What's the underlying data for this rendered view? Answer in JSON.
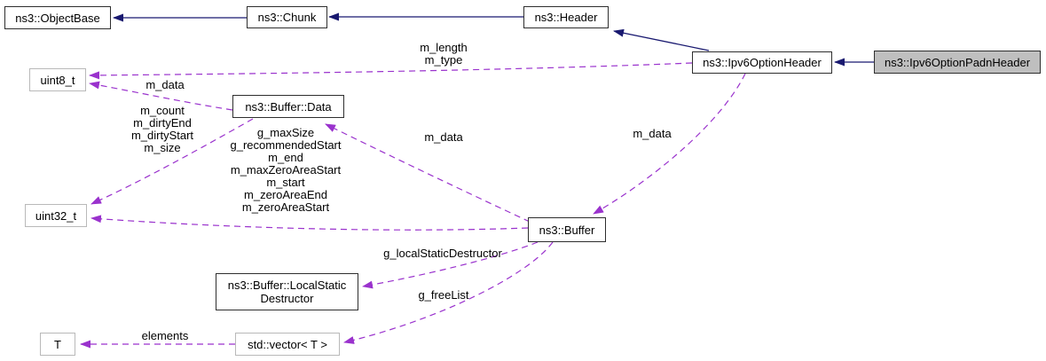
{
  "diagram": {
    "kind": "doxygen-collaboration-graph",
    "focus_class": "ns3::Ipv6OptionPadnHeader",
    "colors": {
      "inheritance_edge": "#191970",
      "usage_edge": "#9a32cd",
      "node_border": "#2e2e2e",
      "external_node_border": "#b9b9b9",
      "highlight_fill": "#bfbfbf",
      "background": "#ffffff"
    },
    "nodes": {
      "object_base": {
        "label": "ns3::ObjectBase"
      },
      "chunk": {
        "label": "ns3::Chunk"
      },
      "header": {
        "label": "ns3::Header"
      },
      "ipv6_option_header": {
        "label": "ns3::Ipv6OptionHeader"
      },
      "ipv6_option_padn_header": {
        "label": "ns3::Ipv6OptionPadnHeader"
      },
      "uint8_t": {
        "label": "uint8_t"
      },
      "buffer_data": {
        "label": "ns3::Buffer::Data"
      },
      "uint32_t": {
        "label": "uint32_t"
      },
      "buffer": {
        "label": "ns3::Buffer"
      },
      "local_static_destructor": {
        "label": "ns3::Buffer::LocalStatic\nDestructor"
      },
      "t": {
        "label": "T"
      },
      "vector_t": {
        "label": "std::vector< T >"
      }
    },
    "edges": {
      "chunk_inherits_objectbase": {
        "from": "ns3::Chunk",
        "to": "ns3::ObjectBase",
        "type": "inheritance",
        "label": ""
      },
      "header_inherits_chunk": {
        "from": "ns3::Header",
        "to": "ns3::Chunk",
        "type": "inheritance",
        "label": ""
      },
      "optionheader_inherits_header": {
        "from": "ns3::Ipv6OptionHeader",
        "to": "ns3::Header",
        "type": "inheritance",
        "label": ""
      },
      "padnheader_inherits_optionheader": {
        "from": "ns3::Ipv6OptionPadnHeader",
        "to": "ns3::Ipv6OptionHeader",
        "type": "inheritance",
        "label": ""
      },
      "optionheader_uses_uint8": {
        "from": "ns3::Ipv6OptionHeader",
        "to": "uint8_t",
        "type": "usage",
        "label": "m_length\nm_type"
      },
      "bufferdata_uses_uint8": {
        "from": "ns3::Buffer::Data",
        "to": "uint8_t",
        "type": "usage",
        "label": "m_data"
      },
      "bufferdata_uses_uint32": {
        "from": "ns3::Buffer::Data",
        "to": "uint32_t",
        "type": "usage",
        "label": "m_count\nm_dirtyEnd\nm_dirtyStart\nm_size"
      },
      "buffer_uses_uint32": {
        "from": "ns3::Buffer",
        "to": "uint32_t",
        "type": "usage",
        "label": "g_maxSize\ng_recommendedStart\nm_end\nm_maxZeroAreaStart\nm_start\nm_zeroAreaEnd\nm_zeroAreaStart"
      },
      "buffer_uses_bufferdata": {
        "from": "ns3::Buffer",
        "to": "ns3::Buffer::Data",
        "type": "usage",
        "label": "m_data"
      },
      "optionheader_uses_buffer": {
        "from": "ns3::Ipv6OptionHeader",
        "to": "ns3::Buffer",
        "type": "usage",
        "label": "m_data"
      },
      "buffer_uses_localstatic": {
        "from": "ns3::Buffer",
        "to": "ns3::Buffer::LocalStaticDestructor",
        "type": "usage",
        "label": "g_localStaticDestructor"
      },
      "buffer_uses_vector": {
        "from": "ns3::Buffer",
        "to": "std::vector< T >",
        "type": "usage",
        "label": "g_freeList"
      },
      "vector_uses_t": {
        "from": "std::vector< T >",
        "to": "T",
        "type": "usage",
        "label": "elements"
      }
    }
  }
}
